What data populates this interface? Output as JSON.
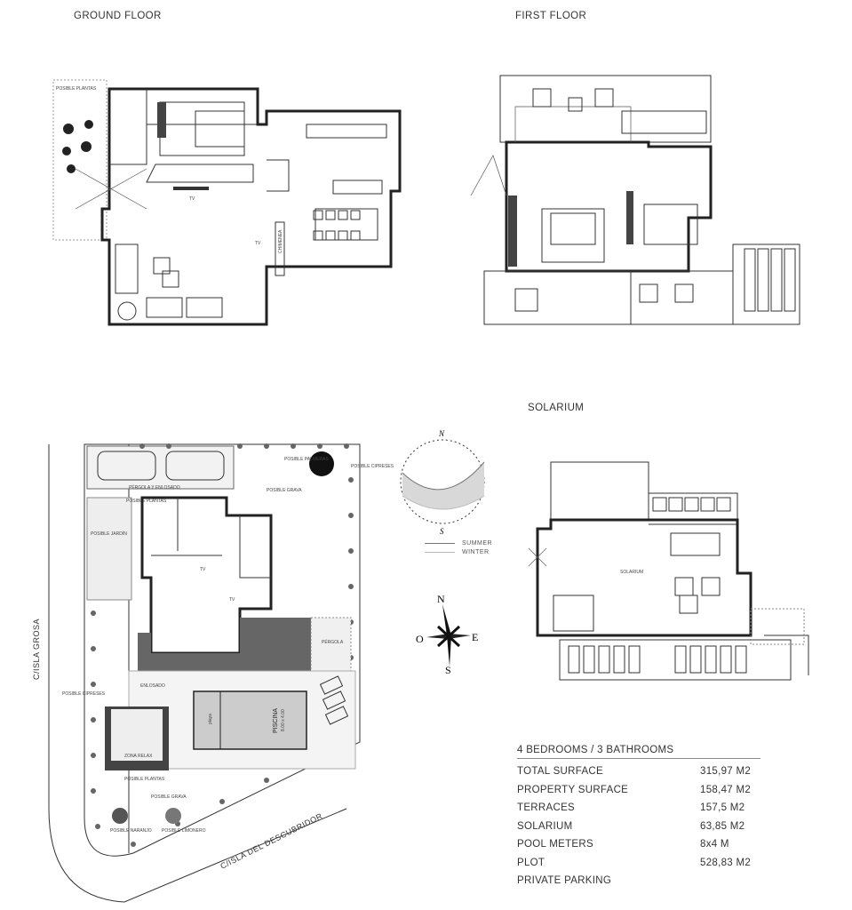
{
  "titles": {
    "ground_floor": "GROUND FLOOR",
    "first_floor": "FIRST FLOOR",
    "solarium": "SOLARIUM"
  },
  "ground_floor": {
    "labels": {
      "tv1": "TV",
      "tv2": "TV",
      "plants": "POSIBLE PLANTAS",
      "chimney": "CHIMENEA"
    }
  },
  "site_plan": {
    "streets": {
      "west": "C/ISLA GROSA",
      "south": "C/ISLA DEL DESCUBRIDOR"
    },
    "labels": {
      "parking": "PÉRGOLA Y ENLOSADO",
      "palms": "POSIBLE PALMERAS",
      "cypress_ne": "POSIBLE CIPRESES",
      "gravel_n": "POSIBLE GRAVA",
      "garden": "POSIBLE JARDÍN",
      "plants_n": "POSIBLE PLANTAS",
      "pergola": "PÉRGOLA",
      "paving": "ENLOSADO",
      "cypress_w": "POSIBLE CIPRESES",
      "pool": "PISCINA",
      "pool_size": "8.00 x 4.00",
      "beach": "playa",
      "chill": "ZONA RELAX",
      "plants_s": "POSIBLE PLANTAS",
      "gravel_s": "POSIBLE GRAVA",
      "orange": "POSIBLE NARANJO",
      "lemon": "POSIBLE LIMONERO",
      "tv1": "TV",
      "tv2": "TV"
    }
  },
  "sun_diagram": {
    "north": "N",
    "south": "S",
    "legend": [
      {
        "label": "SUMMER",
        "color": "#777777"
      },
      {
        "label": "WINTER",
        "color": "#bbbbbb"
      }
    ]
  },
  "compass": {
    "n": "N",
    "s": "S",
    "e": "E",
    "w": "O"
  },
  "solarium": {
    "labels": {
      "main": "SOLARIUM"
    }
  },
  "specs": {
    "heading": "4 BEDROOMS / 3 BATHROOMS",
    "rows": [
      {
        "label": "TOTAL SURFACE",
        "value": "315,97 M2"
      },
      {
        "label": "PROPERTY SURFACE",
        "value": "158,47 M2"
      },
      {
        "label": "TERRACES",
        "value": "157,5 M2"
      },
      {
        "label": "SOLARIUM",
        "value": "63,85 M2"
      },
      {
        "label": "POOL METERS",
        "value": "8x4 M"
      },
      {
        "label": "PLOT",
        "value": "528,83 M2"
      },
      {
        "label": "PRIVATE PARKING",
        "value": ""
      }
    ]
  }
}
